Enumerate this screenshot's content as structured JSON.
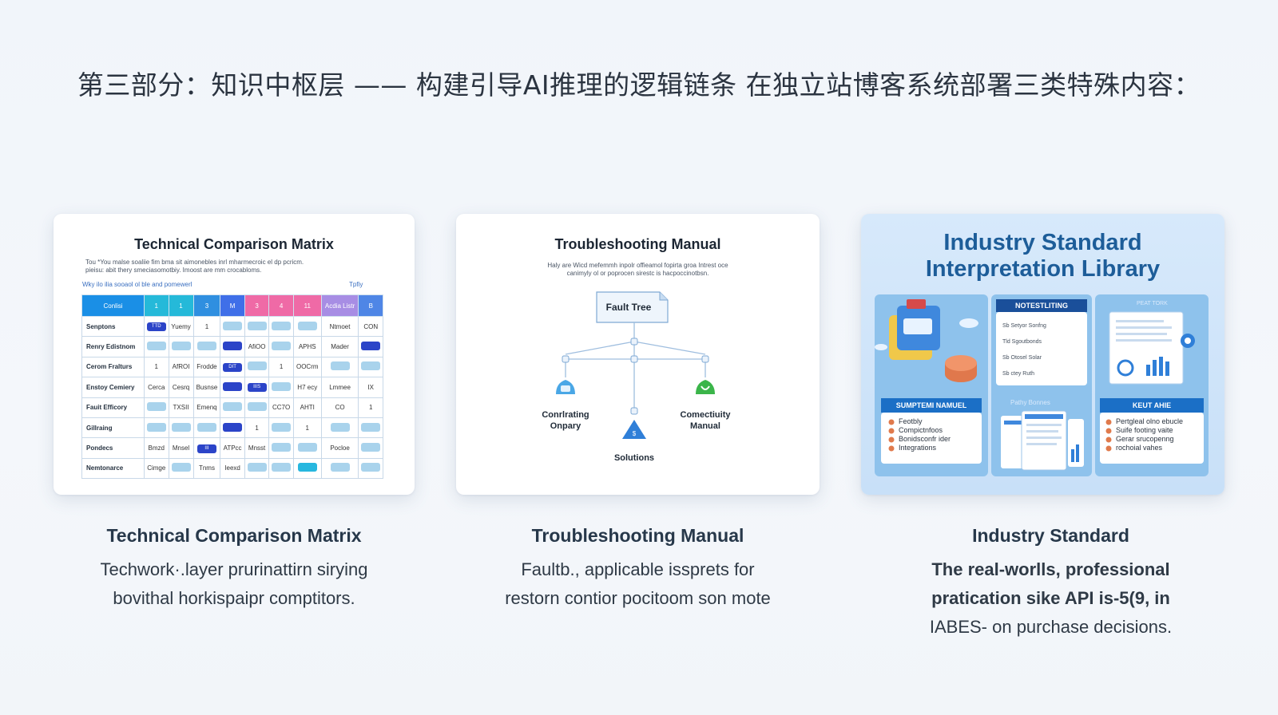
{
  "headline": "第三部分：知识中枢层 —— 构建引导AI推理的逻辑链条 在独立站博客系统部署三类特殊内容：",
  "cards": [
    {
      "title": "Technical Comparison Matrix",
      "intro_line1": "Tou   *You malse soaliie fim bma sit aimonebles inrl mharmecroic el dp pcricm.",
      "intro_line2": "pieisu: abit thery smeciasomotbiy. Imoost are mm crocabloms.",
      "note_left": "Wky ilo ilia sooaol ol ble and pomewerl",
      "note_right": "Tpfiy",
      "header_cells": [
        "Conlisi",
        "1",
        "1",
        "3",
        "M",
        "3",
        "4",
        "11",
        "Acdia Listr",
        "B"
      ],
      "header_colors": [
        "#1a8fe6",
        "#25b9d9",
        "#25b9d9",
        "#2f8fe0",
        "#3f6fe8",
        "#ef6aa6",
        "#ef6aa6",
        "#ef6aa6",
        "#a78de4",
        "#4f86e6"
      ],
      "rows": [
        {
          "label": "Senptons",
          "cells": [
            "pill-dark:TTD",
            "Yuemy",
            "1",
            "pill-light:",
            "pill-light:",
            "pill-light:",
            "pill-light:",
            "Ntmoet",
            "CON"
          ]
        },
        {
          "label": "Renry Edistnom",
          "cells": [
            "pill-light:",
            "pill-light:",
            "pill-light:",
            "pill-dark:",
            "AfiOO",
            "pill-light:",
            "APHS",
            "Mader",
            "pill-dark:"
          ]
        },
        {
          "label": "Cerom Fralturs",
          "cells": [
            "1",
            "AfROI",
            "Frodde",
            "pill-dark:DIT",
            "pill-light:",
            "1",
            "OOCrm",
            "pill-light:",
            "pill-light:"
          ]
        },
        {
          "label": "Enstoy Cemiery",
          "cells": [
            "Cerca",
            "Cesrq",
            "Busnse",
            "pill-dark:",
            "pill-dark:IIIS",
            "pill-light:",
            "H7 ecy",
            "Lmmee",
            "IX"
          ]
        },
        {
          "label": "Fauit Efficory",
          "cells": [
            "pill-light:",
            "TXSII",
            "Emenq",
            "pill-light:",
            "pill-light:",
            "CC7O",
            "AHTI",
            "CO",
            "1"
          ]
        },
        {
          "label": "Gillraing",
          "cells": [
            "pill-light:",
            "pill-light:",
            "pill-light:",
            "pill-dark:",
            "1",
            "pill-light:",
            "1",
            "pill-light:",
            "pill-light:"
          ]
        },
        {
          "label": "Pondecs",
          "cells": [
            "Bmzd",
            "Mnsel",
            "pill-dark:III",
            "ATPcc",
            "Mnsst",
            "pill-light:",
            "pill-light:",
            "Pocloe",
            "pill-light:"
          ]
        },
        {
          "label": "Nemtonarce",
          "cells": [
            "Cimge",
            "pill-light:",
            "Tnms",
            "Ieexd",
            "pill-light:",
            "pill-light:",
            "pill-cyan:",
            "pill-light:",
            "pill-light:"
          ]
        }
      ],
      "caption_title": "Technical Comparison Matrix",
      "caption_line1": "Techwork·.layer prurinattirn sirying",
      "caption_line2": "bovithal horkispaipr comptitors."
    },
    {
      "title": "Troubleshooting Manual",
      "intro_line1": "Haly are Wicd mefemmh inpolr offieamol fopirta groa Intrest oce",
      "intro_line2": "canimyly ol or poprocen sirestc is hacpoccinotbsn.",
      "root_node": "Fault Tree",
      "left_node_1": "Conrlrating",
      "left_node_2": "Onpary",
      "right_node_1": "Comectiuity",
      "right_node_2": "Manual",
      "bottom_node": "Solutions",
      "caption_title": "Troubleshooting Manual",
      "caption_line1": "Faultb., applicable isspr​ets for",
      "caption_line2": "restorn contior pocitoom  son mote"
    },
    {
      "title_line1": "Industry Standard",
      "title_line2": "Interpretation Library",
      "band_top": "NOTESTLITING",
      "band_left": "SUMPTEMI NAMUEL",
      "band_right": "KEUT AHIE",
      "faint_label_right": "PEAT TORK",
      "faint_label_center": "Pathy Bonnes",
      "sheet_lines": [
        "Sb Setyor Sonfng",
        "Tld Sgoutbonds",
        "Sb Otosel Solar",
        "Sb ctey Ruth"
      ],
      "left_list": [
        "Feotbly",
        "Compictnfoos",
        "Bonidsconfr ider",
        "Integrations"
      ],
      "right_list": [
        "Pertgleal olno ebucle",
        "Suife footing vaite",
        "Gerar srucopenng",
        "rochoial vahes"
      ],
      "caption_title": "Industry Standard",
      "caption_line1": "The real-worlls, professional",
      "caption_line2": "pratication sike API is-5(9, in",
      "caption_line3": "IABES- on purchase decisions."
    }
  ],
  "colors": {
    "page_bg": "#f2f5fa",
    "title_text": "#27384a",
    "accent_blue": "#1d5d99",
    "tree_blue": "#2f7fd8",
    "tree_green": "#3bb54a",
    "tree_sky": "#4aa7e6"
  }
}
